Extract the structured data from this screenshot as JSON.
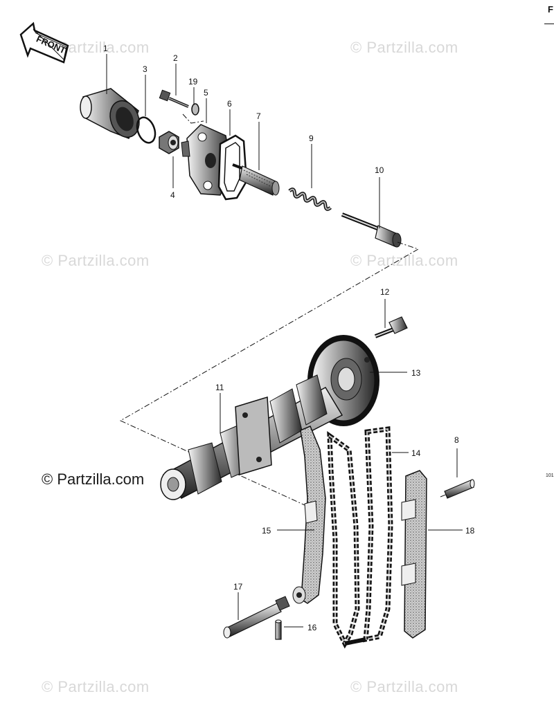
{
  "front_label": "FRONT",
  "watermarks": {
    "w1": "© Partzilla.com",
    "w2": "© Partzilla.com",
    "w3": "© Partzilla.com",
    "w4": "© Partzilla.com",
    "w5": "© Partzilla.com",
    "w6": "© Partzilla.com",
    "w7": "© Partzilla.com"
  },
  "corner_mark": "F",
  "side_code": "101",
  "callouts": {
    "c1": "1",
    "c2": "2",
    "c3": "3",
    "c4": "4",
    "c5": "5",
    "c6": "6",
    "c7": "7",
    "c8": "8",
    "c9": "9",
    "c10": "10",
    "c11": "11",
    "c12": "12",
    "c13": "13",
    "c14": "14",
    "c15": "15",
    "c16": "16",
    "c17": "17",
    "c18": "18",
    "c19": "19"
  }
}
